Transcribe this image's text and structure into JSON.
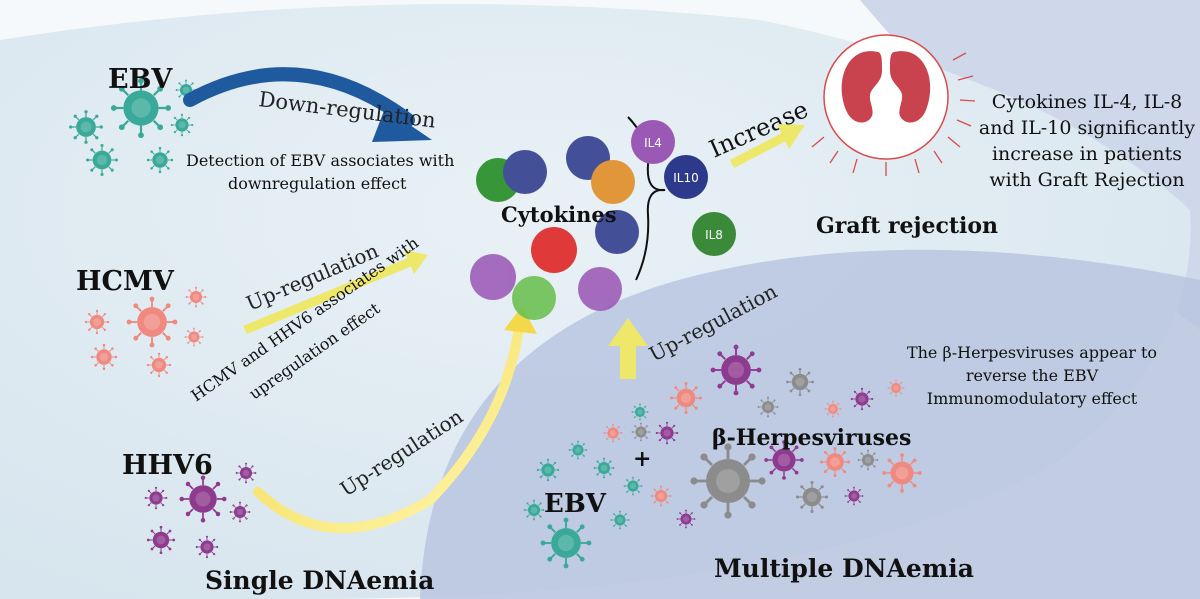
{
  "labels": {
    "ebv_top": "EBV",
    "hcmv": "HCMV",
    "hhv6": "HHV6",
    "ebv_bottom": "EBV",
    "plus": "+",
    "beta_herpes": "β-Herpesviruses",
    "cytokines": "Cytokines",
    "il4": "IL4",
    "il10": "IL10",
    "il8": "IL8",
    "down_regulation": "Down-regulation",
    "up_reg_hcmv": "Up-regulation",
    "up_reg_hhv6": "Up-regulation",
    "up_reg_multi": "Up-regulation",
    "increase": "Increase",
    "graft_rejection": "Graft rejection",
    "single_dnaemia": "Single DNAemia",
    "multiple_dnaemia": "Multiple DNAemia"
  },
  "notes": {
    "ebv_line1": "Detection of EBV associates  with",
    "ebv_line2": "downregulation  effect",
    "hcmv_line1": "HCMV and HHV6 associates  with",
    "hcmv_line2": "upregulation  effect",
    "cyto_line1": "Cytokines IL-4, IL-8",
    "cyto_line2": "and IL-10 significantly",
    "cyto_line3": "increase in patients",
    "cyto_line4": "with Graft Rejection",
    "beta_line1": "The β-Herpesviruses appear to",
    "beta_line2": "reverse the EBV",
    "beta_line3": "Immunomodulatory  effect"
  },
  "colors": {
    "ebv": "#3aa99a",
    "hcmv": "#f08a80",
    "hhv6": "#8e3a8e",
    "beta_gray": "#8c8c8c",
    "down_arrow": "#1f5a9e",
    "up_arrow": "#eee86a",
    "kidney": "#c9434f",
    "il4": "#9b59b6",
    "il10": "#2d3a8c",
    "il8": "#3a8a3a"
  }
}
